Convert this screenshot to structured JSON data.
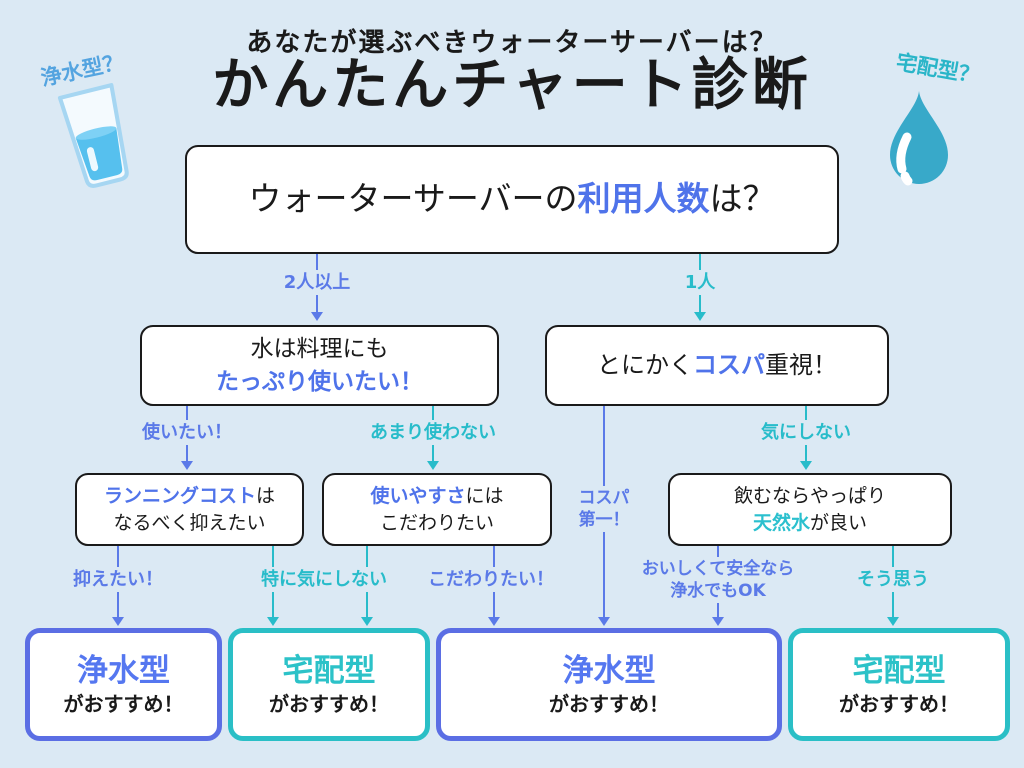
{
  "colors": {
    "background": "#dbe9f4",
    "blue_accent": "#5b7ae8",
    "teal_accent": "#28bcca",
    "box_border": "#1a1a1a",
    "result_blue_border": "#5b6ee4",
    "result_teal_border": "#2abfc6"
  },
  "header": {
    "kicker": "あなたが選ぶべきウォーターサーバーは？",
    "title": "かんたんチャート診断"
  },
  "decor": {
    "purification_label": "浄水型？",
    "delivery_label": "宅配型？",
    "glass_icon": "water-glass",
    "drop_icon": "water-drop"
  },
  "flow": {
    "q1": {
      "pre": "ウォーターサーバーの",
      "em": "利用人数",
      "post": "は？"
    },
    "q2a": {
      "line1": "水は料理にも",
      "line2": "たっぷり使いたい！"
    },
    "q2b": {
      "pre": "とにかく",
      "em": "コスパ",
      "post": "重視！"
    },
    "q3a": {
      "em": "ランニングコスト",
      "post": "は",
      "line2": "なるべく抑えたい"
    },
    "q3b": {
      "em": "使いやすさ",
      "post": "には",
      "line2": "こだわりたい"
    },
    "q3c": {
      "line1": "飲むならやっぱり",
      "em": "天然水",
      "post": "が良い"
    },
    "branches": {
      "two_plus": "2人以上",
      "one": "1人",
      "want_use": "使いたい！",
      "not_much": "あまり使わない",
      "dont_care": "気にしない",
      "cospa_first": {
        "line1": "コスパ",
        "line2": "第一！"
      },
      "keep_low": "抑えたい！",
      "no_particular": "特に気にしない",
      "want_care": "こだわりたい！",
      "safe_ok": {
        "line1": "おいしくて安全なら",
        "line2": "浄水でもOK"
      },
      "agree": "そう思う"
    },
    "results": [
      {
        "type": "浄水型",
        "suffix": "がおすすめ！",
        "theme": "blue"
      },
      {
        "type": "宅配型",
        "suffix": "がおすすめ！",
        "theme": "teal"
      },
      {
        "type": "浄水型",
        "suffix": "がおすすめ！",
        "theme": "blue"
      },
      {
        "type": "宅配型",
        "suffix": "がおすすめ！",
        "theme": "teal"
      }
    ]
  }
}
